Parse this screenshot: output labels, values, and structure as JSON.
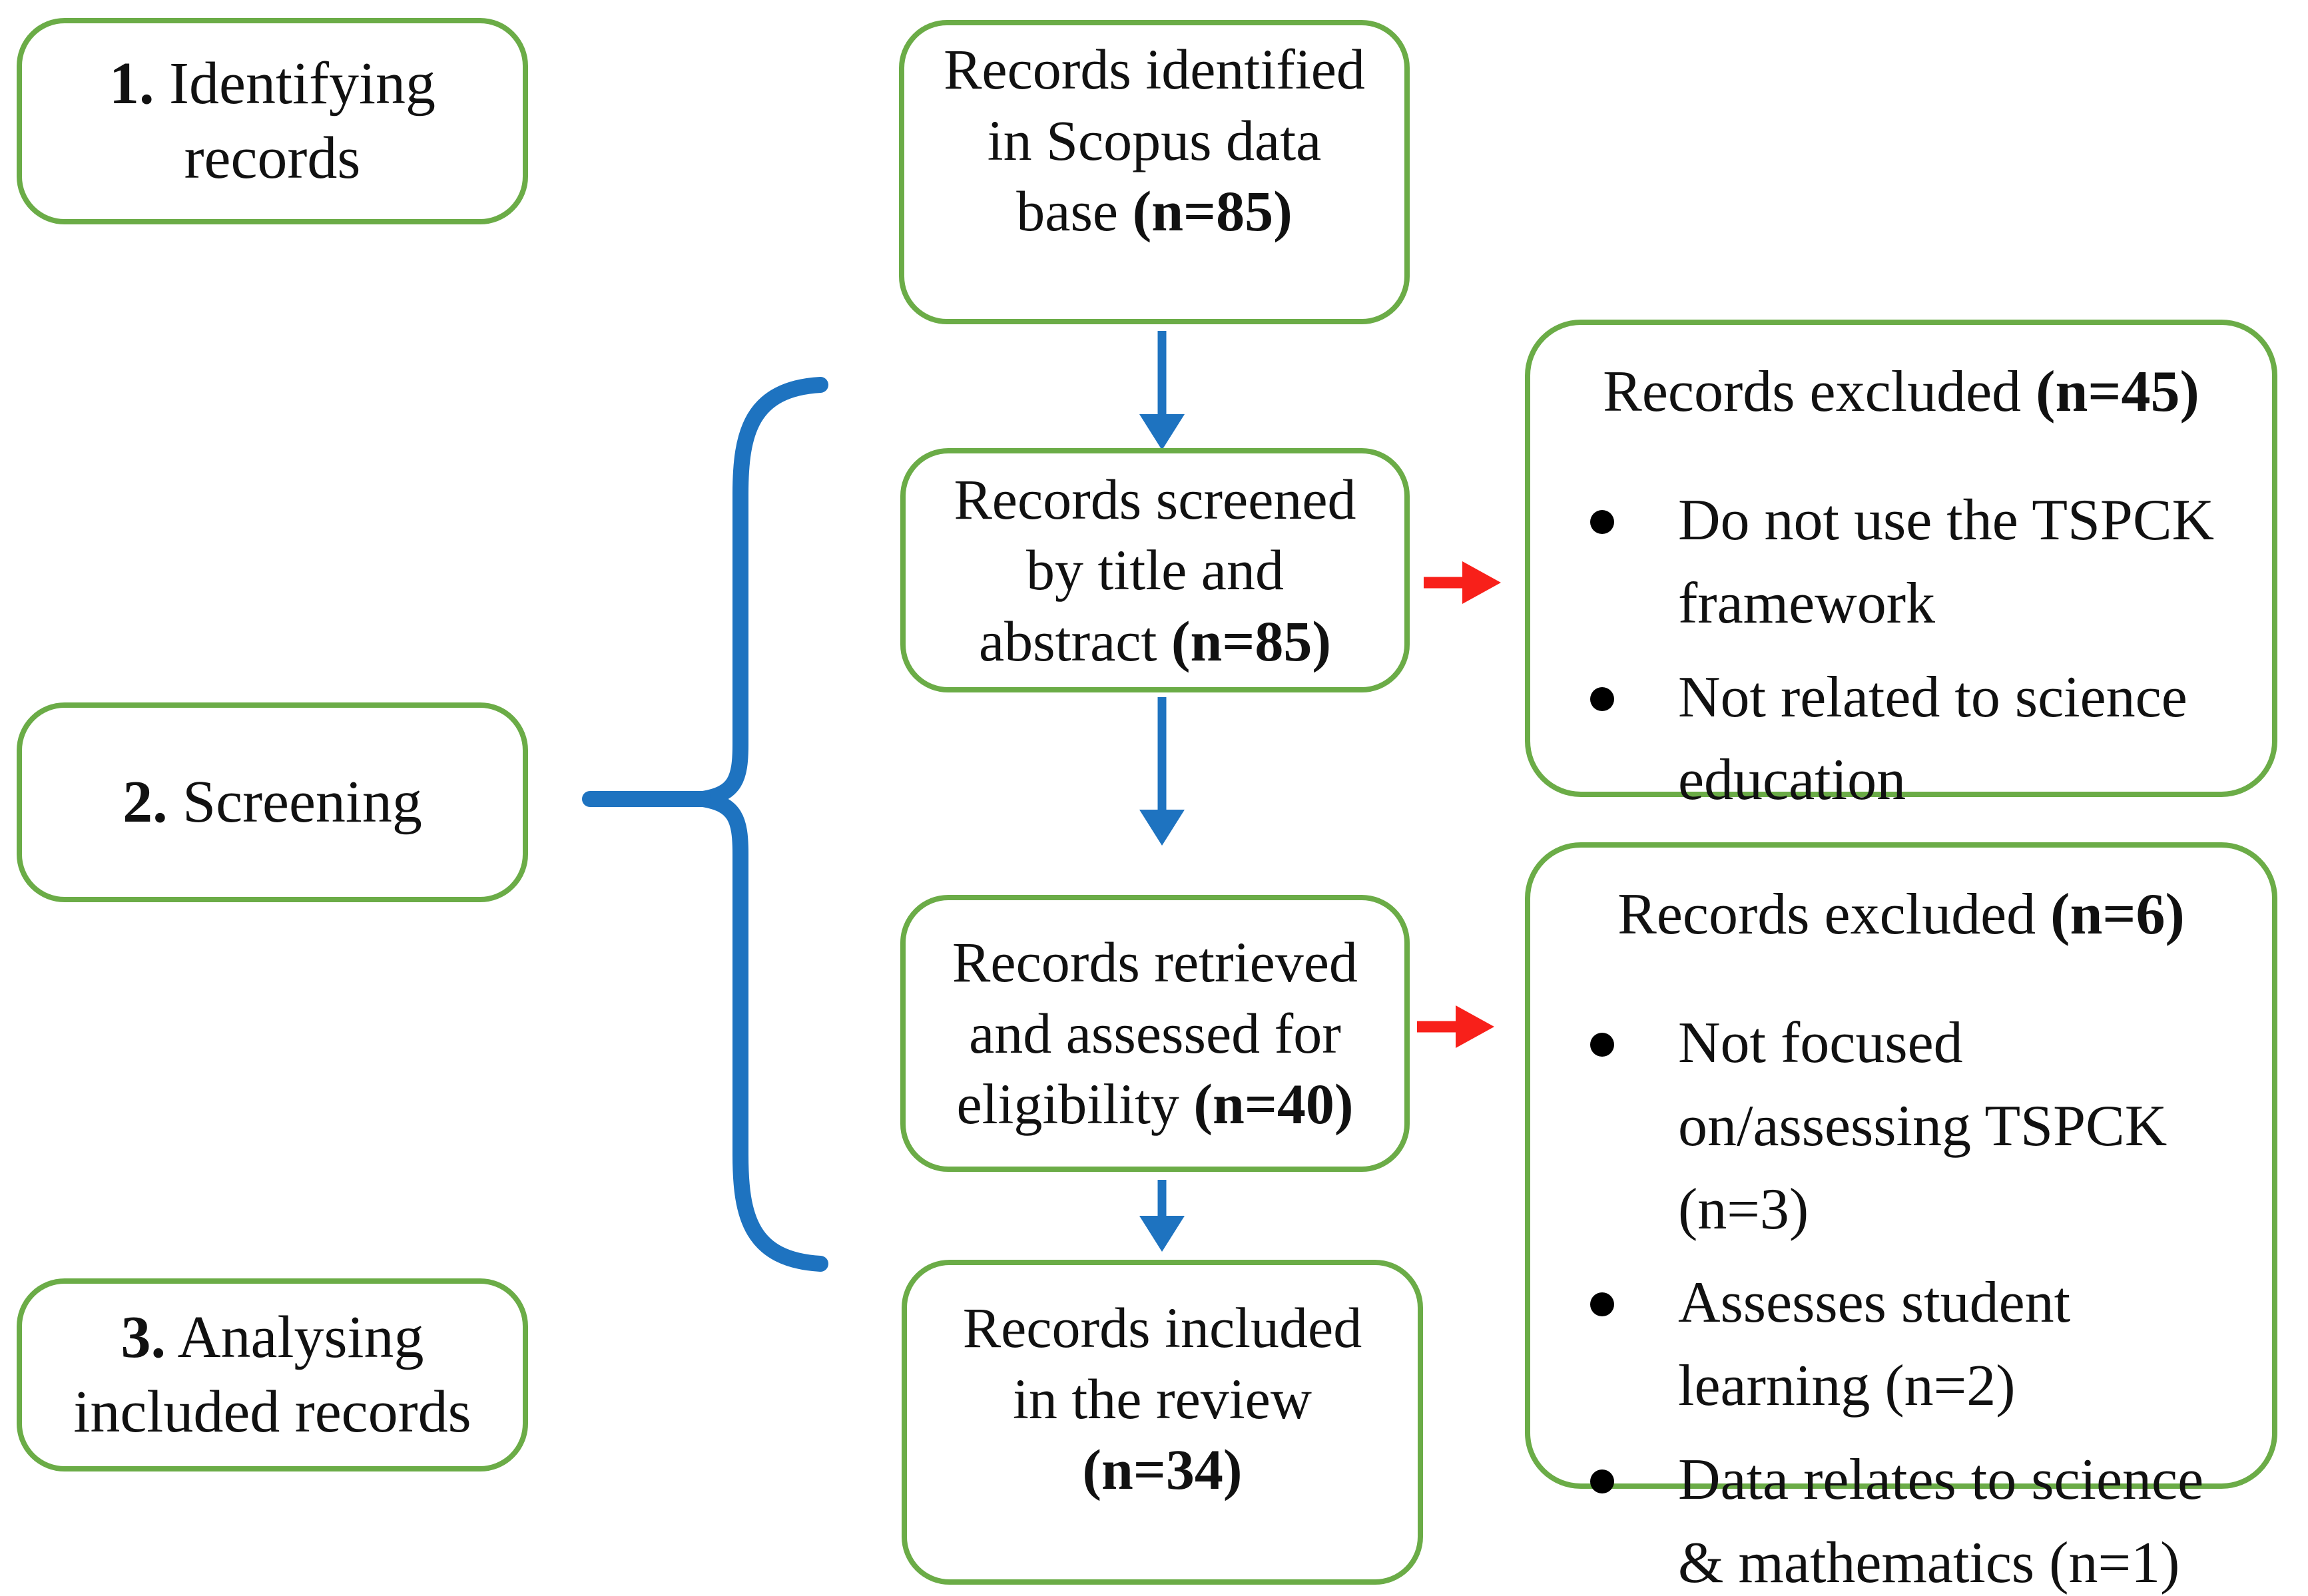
{
  "colors": {
    "box_border_green": "#6BAC47",
    "arrow_blue": "#1E73C0",
    "arrow_red": "#F8201A",
    "text": "#111111"
  },
  "stages": [
    {
      "segments": [
        {
          "t": "1.",
          "b": true
        },
        {
          "t": " Identifying records",
          "b": false
        }
      ]
    },
    {
      "segments": [
        {
          "t": "2.",
          "b": true
        },
        {
          "t": " Screening",
          "b": false
        }
      ]
    },
    {
      "segments": [
        {
          "t": "3.",
          "b": true
        },
        {
          "t": " Analysing included records",
          "b": false
        }
      ]
    }
  ],
  "flow": [
    {
      "lines": [
        [
          {
            "t": "Records identified",
            "b": false
          }
        ],
        [
          {
            "t": "in Scopus data",
            "b": false
          }
        ],
        [
          {
            "t": "base ",
            "b": false
          },
          {
            "t": "(n=85)",
            "b": true
          }
        ]
      ]
    },
    {
      "lines": [
        [
          {
            "t": "Records screened",
            "b": false
          }
        ],
        [
          {
            "t": "by title and",
            "b": false
          }
        ],
        [
          {
            "t": "abstract ",
            "b": false
          },
          {
            "t": "(n=85)",
            "b": true
          }
        ]
      ]
    },
    {
      "lines": [
        [
          {
            "t": "Records retrieved",
            "b": false
          }
        ],
        [
          {
            "t": "and assessed for",
            "b": false
          }
        ],
        [
          {
            "t": "eligibility ",
            "b": false
          },
          {
            "t": "(n=40)",
            "b": true
          }
        ]
      ]
    },
    {
      "lines": [
        [
          {
            "t": "Records included",
            "b": false
          }
        ],
        [
          {
            "t": "in the review",
            "b": false
          }
        ],
        [
          {
            "t": "(n=34)",
            "b": true
          }
        ]
      ]
    }
  ],
  "exclusions": [
    {
      "title": [
        {
          "t": "Records excluded ",
          "b": false
        },
        {
          "t": "(n=45)",
          "b": true
        }
      ],
      "bullets": [
        "Do not use the TSPCK framework",
        "Not related to science education"
      ]
    },
    {
      "title": [
        {
          "t": "Records excluded ",
          "b": false
        },
        {
          "t": "(n=6)",
          "b": true
        }
      ],
      "bullets": [
        "Not focused on/assessing TSPCK (n=3)",
        "Assesses student learning (n=2)",
        "Data relates to science & mathematics (n=1)"
      ]
    }
  ]
}
